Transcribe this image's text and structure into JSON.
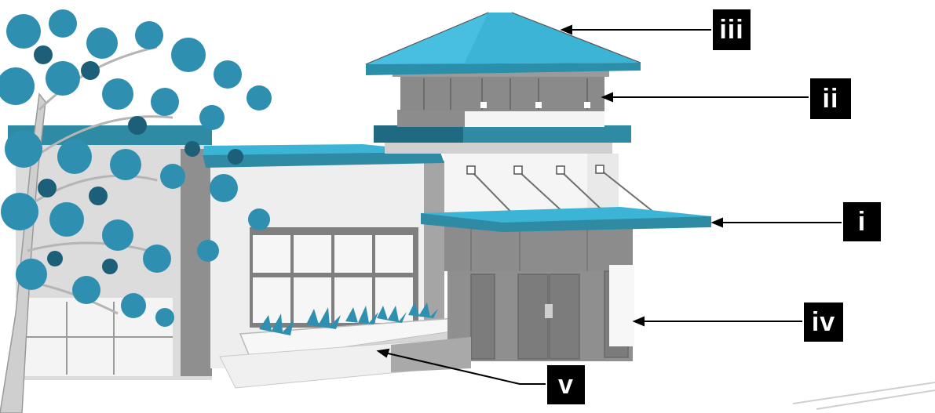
{
  "callouts": [
    {
      "id": "iii",
      "label": "iii"
    },
    {
      "id": "ii",
      "label": "ii"
    },
    {
      "id": "i",
      "label": "i"
    },
    {
      "id": "iv",
      "label": "iv"
    },
    {
      "id": "v",
      "label": "v"
    }
  ],
  "colors": {
    "roof": "#3cb4d6",
    "roof_dark": "#2a8fab",
    "trim": "#2f8aa3",
    "wall_light": "#f2f2f2",
    "wall_shadow": "#8a8a8a",
    "glass": "#7d7d7d",
    "foliage": "#2e8fb0",
    "label_bg": "#000000",
    "label_text": "#ffffff"
  }
}
